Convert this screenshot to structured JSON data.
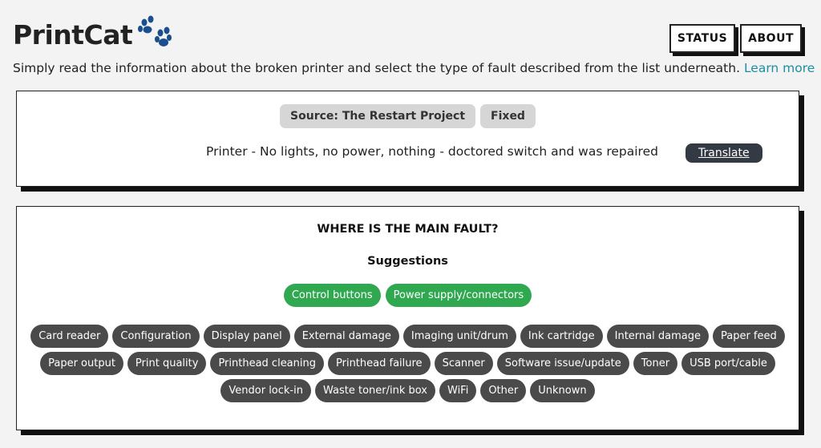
{
  "app": {
    "title": "PrintCat",
    "logo_icon": "paw-icon",
    "accent_color": "#1a4e8c"
  },
  "nav": {
    "status_label": "STATUS",
    "about_label": "ABOUT"
  },
  "intro": {
    "text": "Simply read the information about the broken printer and select the type of fault described from the list underneath.",
    "link_label": "Learn more",
    "link_color": "#1a8fa3"
  },
  "record": {
    "source_badge": "Source: The Restart Project",
    "status_badge": "Fixed",
    "problem_text": "Printer - No lights, no power, nothing - doctored switch and was repaired",
    "translate_label": "Translate"
  },
  "question": {
    "title": "WHERE IS THE MAIN FAULT?",
    "suggestions_title": "Suggestions",
    "suggestions": [
      "Control buttons",
      "Power supply/connectors"
    ],
    "suggestion_color": "#2fa84f",
    "options_rows": [
      [
        "Card reader",
        "Configuration",
        "Display panel",
        "External damage",
        "Imaging unit/drum",
        "Ink cartridge",
        "Internal damage",
        "Paper feed"
      ],
      [
        "Paper output",
        "Print quality",
        "Printhead cleaning",
        "Printhead failure",
        "Scanner",
        "Software issue/update",
        "Toner",
        "USB port/cable"
      ],
      [
        "Vendor lock-in",
        "Waste toner/ink box",
        "WiFi",
        "Other",
        "Unknown"
      ]
    ],
    "option_color": "#4a4a4a"
  }
}
